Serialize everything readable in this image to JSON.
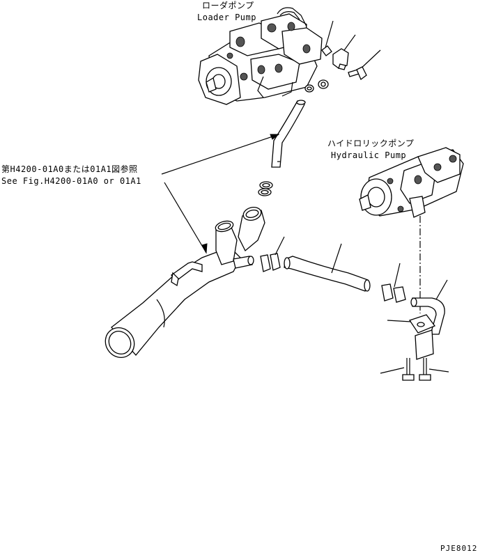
{
  "labels": {
    "loader_pump_jp": "ローダポンプ",
    "loader_pump_en": "Loader Pump",
    "hydraulic_pump_jp": "ハイドロリックポンプ",
    "hydraulic_pump_en": "Hydraulic Pump",
    "reference_jp": "第H4200-01A0または01A1図参照",
    "reference_en": "See Fig.H4200-01A0 or 01A1",
    "drawing_code": "PJE8012"
  },
  "colors": {
    "line": "#000000",
    "background": "#ffffff"
  }
}
